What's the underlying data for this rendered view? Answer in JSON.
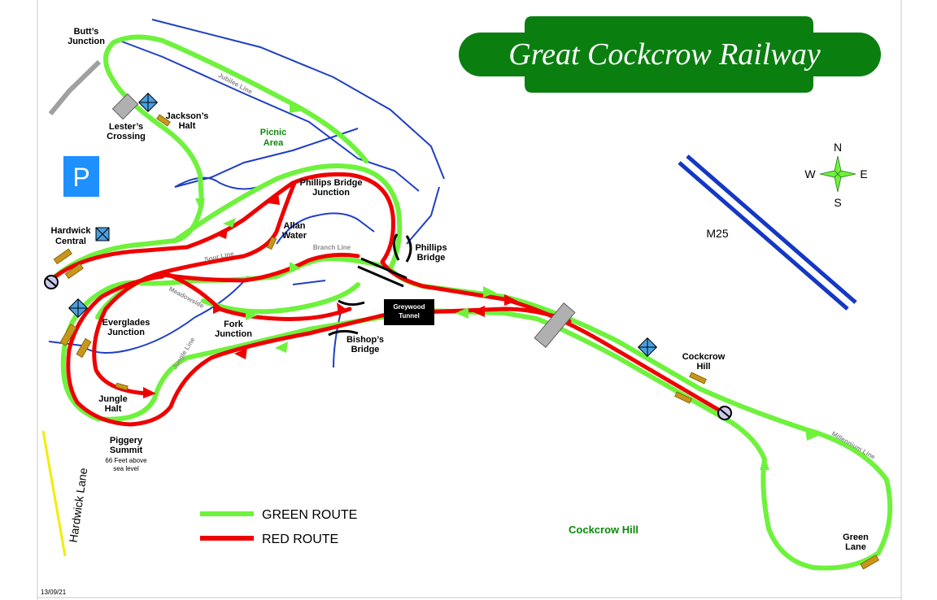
{
  "title": "Great Cockcrow Railway",
  "colors": {
    "green_route": "#6ef23c",
    "red_route": "#ee0000",
    "water": "#1f3fc4",
    "title_bg": "#0a7f10",
    "parking": "#1e90ff",
    "label_green": "#0a8a0a"
  },
  "labels": {
    "butts_junction": [
      "Butt’s",
      "Junction"
    ],
    "lesters_crossing": [
      "Lester’s",
      "Crossing"
    ],
    "jacksons_halt": [
      "Jackson’s",
      "Halt"
    ],
    "picnic_area": [
      "Picnic",
      "Area"
    ],
    "phillips_bridge_junction": [
      "Phillips Bridge",
      "Junction"
    ],
    "allan_water": [
      "Allan",
      "Water"
    ],
    "phillips_bridge": [
      "Phillips",
      "Bridge"
    ],
    "hardwick_central": [
      "Hardwick",
      "Central"
    ],
    "everglades_junction": [
      "Everglades",
      "Junction"
    ],
    "fork_junction": [
      "Fork",
      "Junction"
    ],
    "bishops_bridge": [
      "Bishop’s",
      "Bridge"
    ],
    "greywood_tunnel": [
      "Greywood",
      "Tunnel"
    ],
    "jungle_halt": [
      "Jungle",
      "Halt"
    ],
    "piggery_summit": [
      "Piggery",
      "Summit"
    ],
    "piggery_note": [
      "66 Feet above",
      "sea level"
    ],
    "cockcrow_hill_station": [
      "Cockcrow",
      "Hill"
    ],
    "green_lane": [
      "Green",
      "Lane"
    ],
    "cockcrow_hill_area": "Cockcrow Hill",
    "m25": "M25",
    "hardwick_lane": "Hardwick Lane",
    "parking": "P",
    "date": "13/09/21"
  },
  "line_names": {
    "jubilee": "Jubilee Line",
    "sour": "Sour Line",
    "branch": "Branch Line",
    "meadowside": "Meadowside",
    "jungle": "Jungle Line",
    "millennium": "Millennium Line"
  },
  "compass": {
    "n": "N",
    "s": "S",
    "e": "E",
    "w": "W"
  },
  "legend": [
    {
      "label": "GREEN ROUTE",
      "color": "#6ef23c"
    },
    {
      "label": "RED ROUTE",
      "color": "#ee0000"
    }
  ]
}
